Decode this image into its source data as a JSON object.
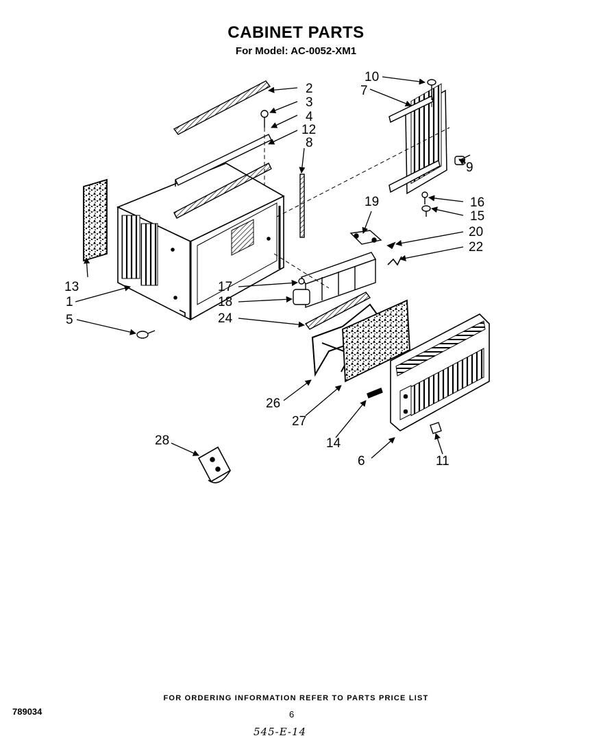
{
  "header": {
    "title": "CABINET PARTS",
    "subtitle": "For Model: AC-0052-XM1"
  },
  "footer": {
    "ordering_note": "FOR ORDERING INFORMATION REFER TO PARTS PRICE LIST",
    "doc_number": "789034",
    "page_number": "6",
    "handwritten_code": "545-E-14"
  },
  "callouts": [
    {
      "id": "c1",
      "label": "1"
    },
    {
      "id": "c2",
      "label": "2"
    },
    {
      "id": "c3",
      "label": "3"
    },
    {
      "id": "c4",
      "label": "4"
    },
    {
      "id": "c5",
      "label": "5"
    },
    {
      "id": "c6",
      "label": "6"
    },
    {
      "id": "c7",
      "label": "7"
    },
    {
      "id": "c8",
      "label": "8"
    },
    {
      "id": "c9",
      "label": "9"
    },
    {
      "id": "c10",
      "label": "10"
    },
    {
      "id": "c11",
      "label": "11"
    },
    {
      "id": "c12",
      "label": "12"
    },
    {
      "id": "c13",
      "label": "13"
    },
    {
      "id": "c14",
      "label": "14"
    },
    {
      "id": "c15",
      "label": "15"
    },
    {
      "id": "c16",
      "label": "16"
    },
    {
      "id": "c17",
      "label": "17"
    },
    {
      "id": "c18",
      "label": "18"
    },
    {
      "id": "c19",
      "label": "19"
    },
    {
      "id": "c20",
      "label": "20"
    },
    {
      "id": "c22",
      "label": "22"
    },
    {
      "id": "c24",
      "label": "24"
    },
    {
      "id": "c26",
      "label": "26"
    },
    {
      "id": "c27",
      "label": "27"
    },
    {
      "id": "c28",
      "label": "28"
    }
  ]
}
